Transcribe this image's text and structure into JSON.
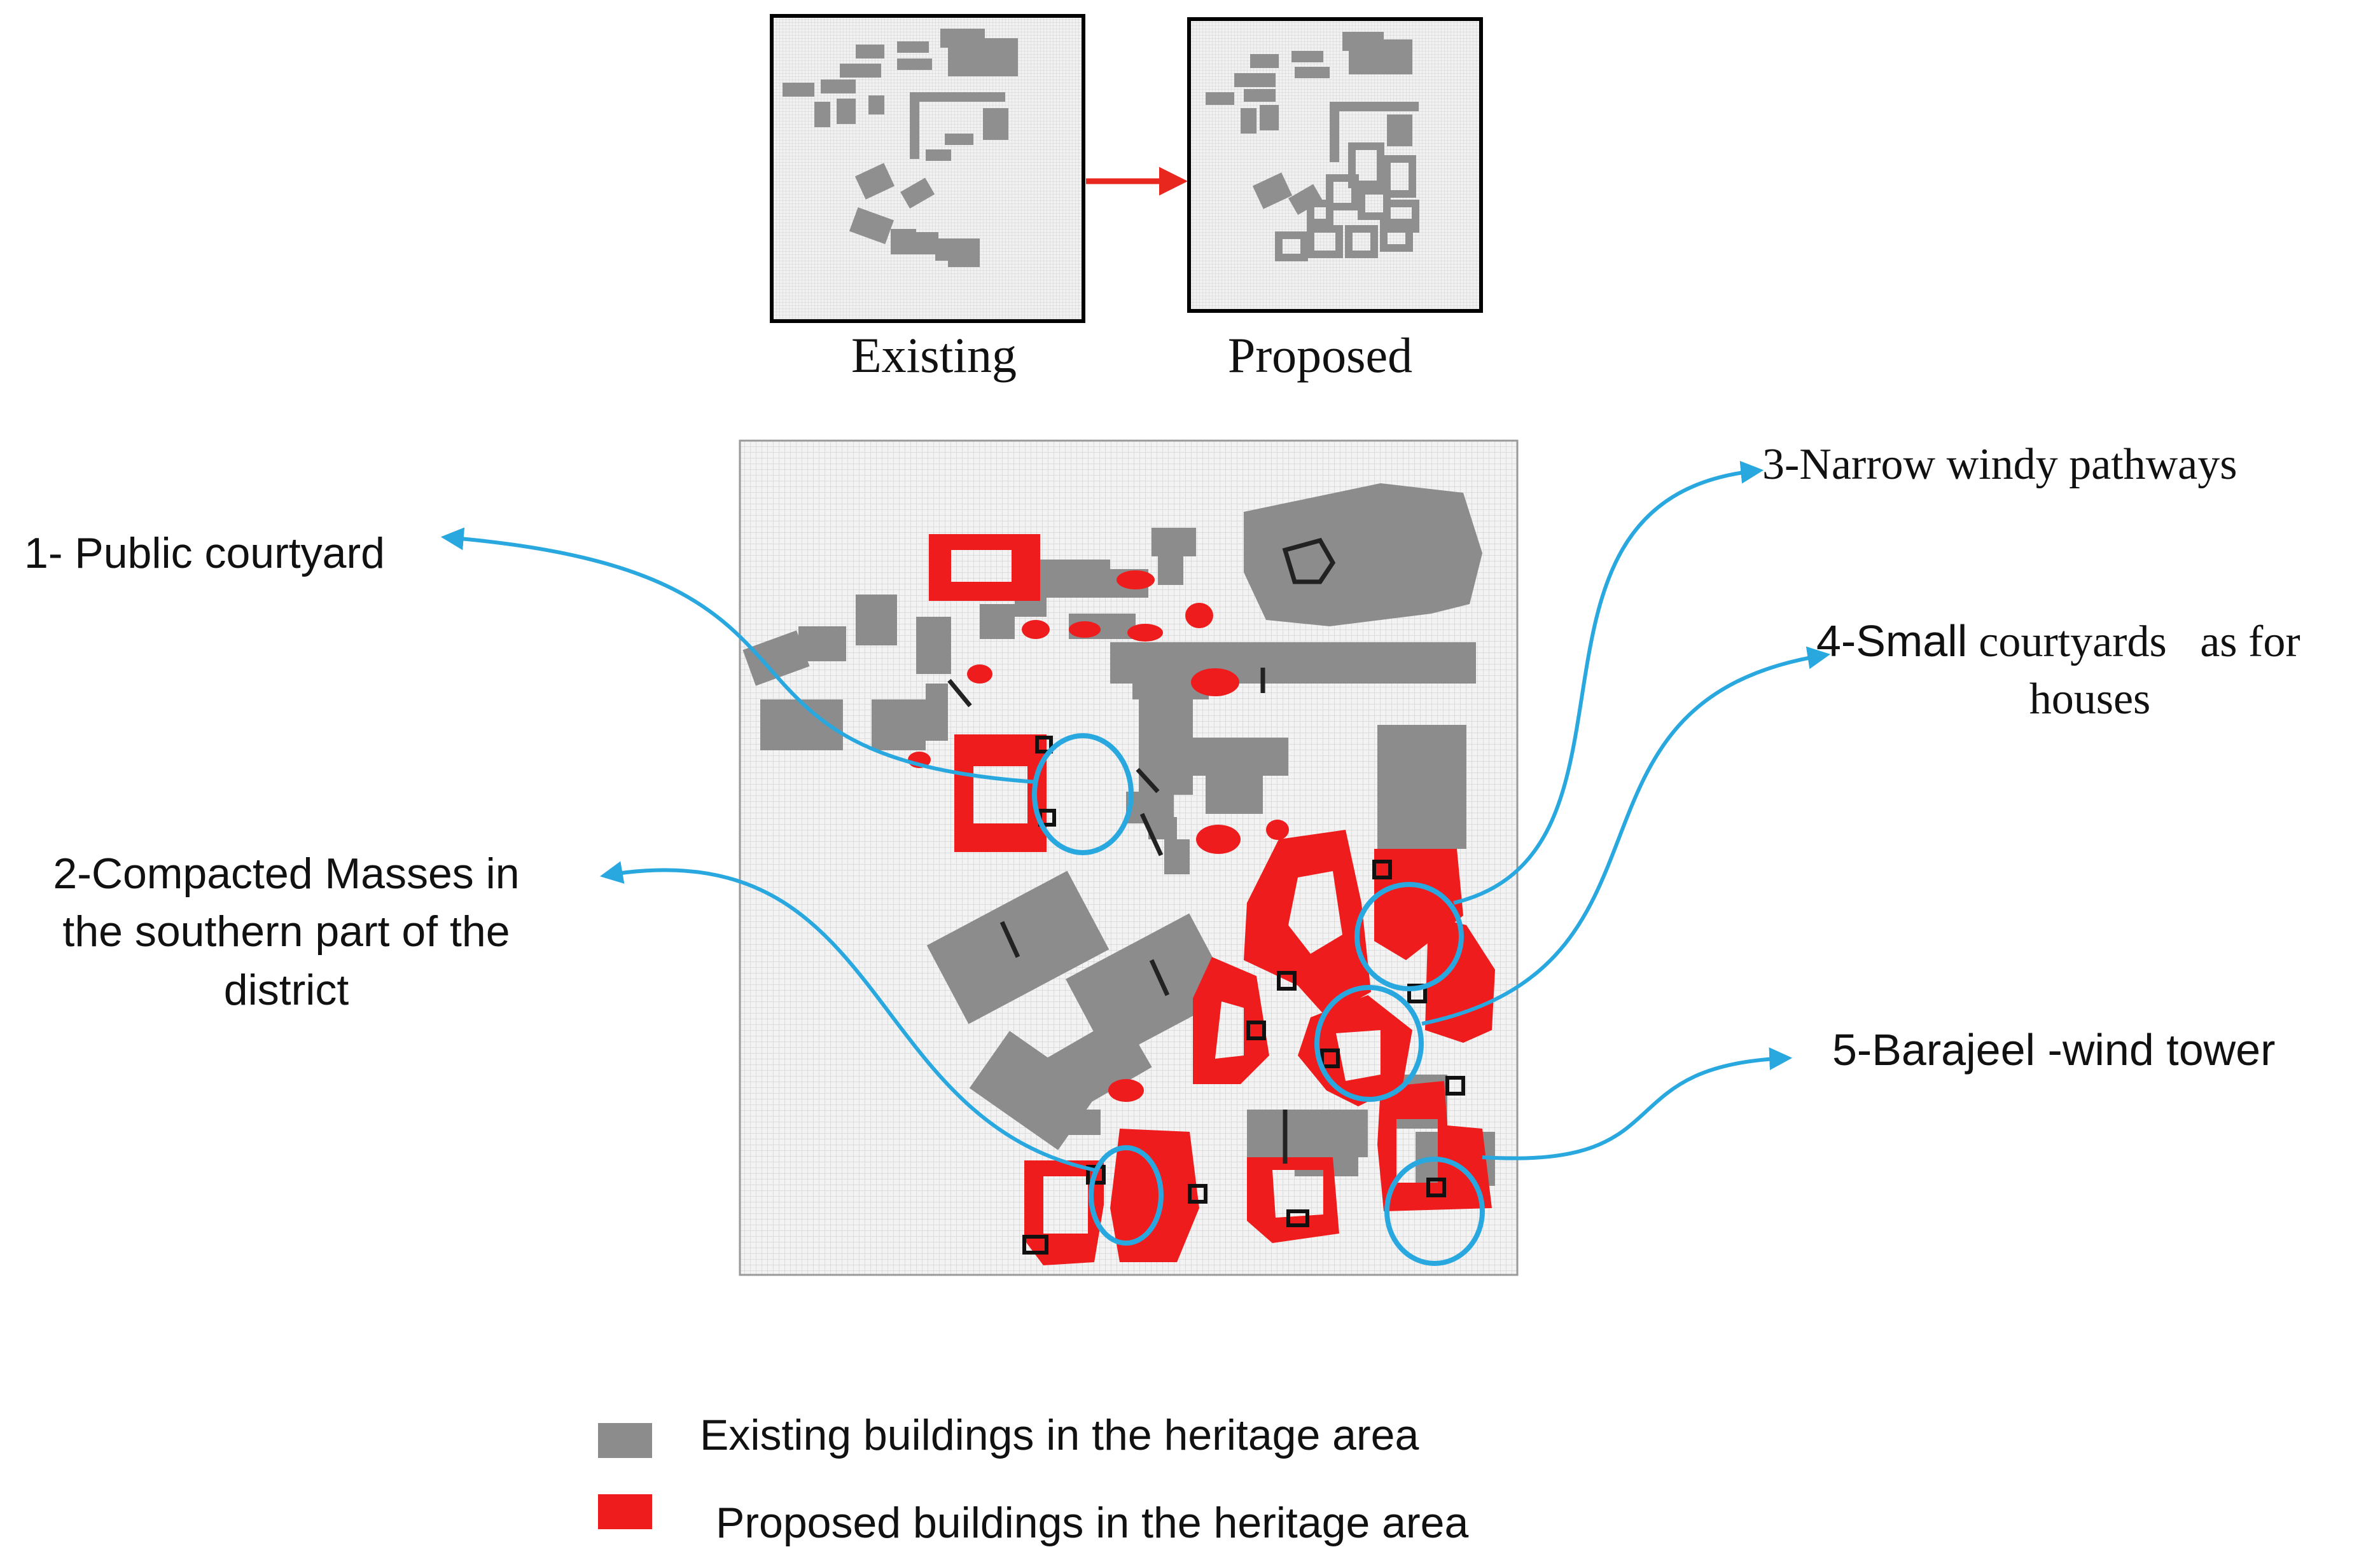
{
  "thumbnails": {
    "existing_caption": "Existing",
    "proposed_caption": "Proposed"
  },
  "annotations": {
    "public_courtyard": "1- Public courtyard",
    "compacted_masses_line1": "2-Compacted Masses in",
    "compacted_masses_line2": "the southern part of the",
    "compacted_masses_line3": "district",
    "narrow_pathways": "3-Narrow windy pathways",
    "small_courtyards_prefix": "4-Small",
    "small_courtyards_rest": "courtyards   as for",
    "small_courtyards_line2": "houses",
    "barajeel": "5-Barajeel -wind tower"
  },
  "legend": {
    "existing_label": "Existing buildings in the heritage area",
    "proposed_label": "Proposed buildings in the heritage area"
  },
  "colors": {
    "existing": "#8c8c8c",
    "proposed": "#ee1c1c",
    "callout": "#29a8e0",
    "arrow": "#e8271f",
    "grid_bg": "#eeeeee"
  }
}
